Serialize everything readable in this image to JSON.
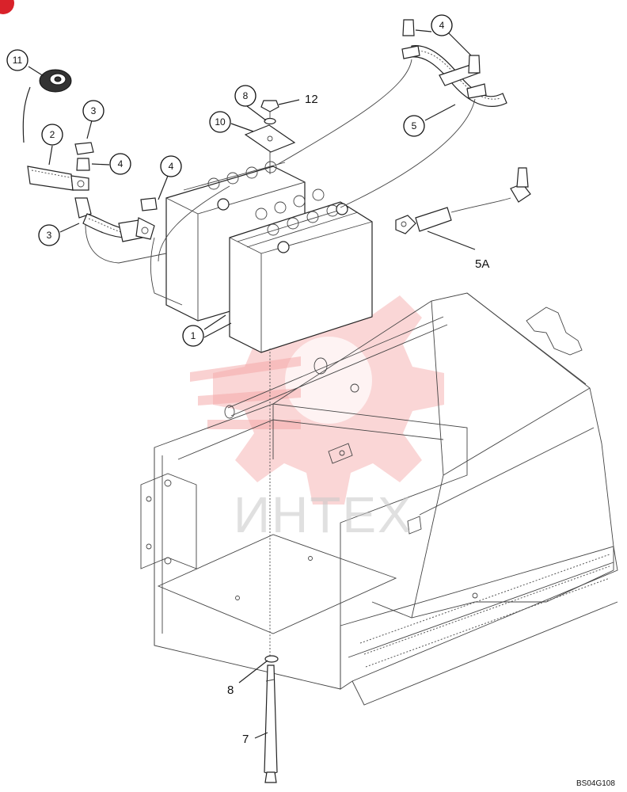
{
  "watermark": {
    "text": "ИНТЕХ",
    "gear_color": "#f08a8a"
  },
  "drawing_code": "BS04G108",
  "accent_color": "#d9222a",
  "callouts": [
    {
      "id": "c11",
      "number": "11"
    },
    {
      "id": "c3a",
      "number": "3"
    },
    {
      "id": "c2",
      "number": "2"
    },
    {
      "id": "c4a",
      "number": "4"
    },
    {
      "id": "c4b",
      "number": "4"
    },
    {
      "id": "c3b",
      "number": "3"
    },
    {
      "id": "c8a",
      "number": "8"
    },
    {
      "id": "c10",
      "number": "10"
    },
    {
      "id": "c4c",
      "number": "4"
    },
    {
      "id": "c5",
      "number": "5"
    },
    {
      "id": "c1",
      "number": "1"
    }
  ],
  "labels": [
    {
      "id": "l12",
      "text": "12"
    },
    {
      "id": "l5a",
      "text": "5A"
    },
    {
      "id": "l8b",
      "text": "8"
    },
    {
      "id": "l7",
      "text": "7"
    }
  ]
}
